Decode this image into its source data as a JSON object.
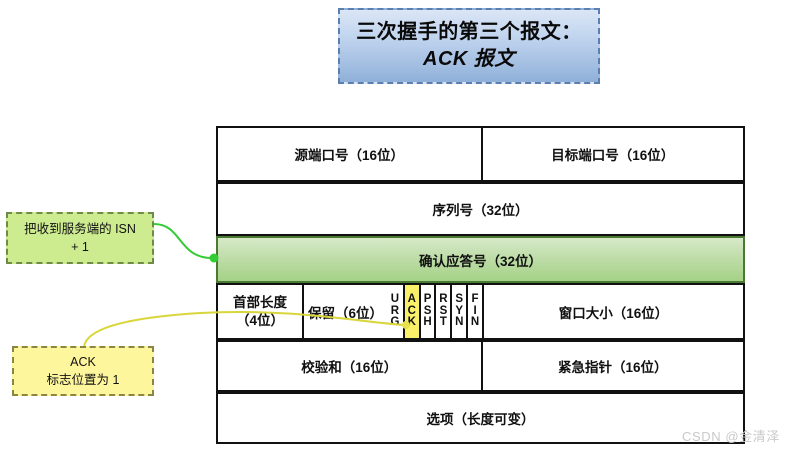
{
  "title": {
    "line1": "三次握手的第三个报文：",
    "line2": "ACK 报文"
  },
  "colors": {
    "title_fill_top": "#dbe6f6",
    "title_fill_bottom": "#8fb0d9",
    "title_border": "#5b7fae",
    "ack_row_fill_top": "#d7e9c9",
    "ack_row_fill_bottom": "#a5d287",
    "ack_row_border": "#4a7a32",
    "flag_highlight": "#fbf06a",
    "callout_green": "#cdeb8f",
    "callout_yellow": "#fdf69c",
    "connector_green": "#33cc33",
    "connector_yellow": "#d8d63a",
    "table_border": "#111111",
    "watermark": "#c9c9c9"
  },
  "tcp_header": {
    "rows": [
      {
        "name": "ports",
        "cells": [
          {
            "label": "源端口号（16位）"
          },
          {
            "label": "目标端口号（16位）"
          }
        ]
      },
      {
        "name": "sequence",
        "cells": [
          {
            "label": "序列号（32位）"
          }
        ]
      },
      {
        "name": "acknowledgement",
        "highlight": "green",
        "cells": [
          {
            "label": "确认应答号（32位）"
          }
        ]
      },
      {
        "name": "flags",
        "cells": [
          {
            "label_line1": "首部长度",
            "label_line2": "（4位）"
          },
          {
            "label": "保留（6位）"
          },
          {
            "label": "窗口大小（16位）"
          }
        ]
      },
      {
        "name": "checksum",
        "cells": [
          {
            "label": "校验和（16位）"
          },
          {
            "label": "紧急指针（16位）"
          }
        ]
      },
      {
        "name": "options",
        "cells": [
          {
            "label": "选项（长度可变）"
          }
        ]
      }
    ],
    "flags": [
      {
        "name": "URG",
        "letters": [
          "U",
          "R",
          "G"
        ],
        "set": false
      },
      {
        "name": "ACK",
        "letters": [
          "A",
          "C",
          "K"
        ],
        "set": true
      },
      {
        "name": "PSH",
        "letters": [
          "P",
          "S",
          "H"
        ],
        "set": false
      },
      {
        "name": "RST",
        "letters": [
          "R",
          "S",
          "T"
        ],
        "set": false
      },
      {
        "name": "SYN",
        "letters": [
          "S",
          "Y",
          "N"
        ],
        "set": false
      },
      {
        "name": "FIN",
        "letters": [
          "F",
          "I",
          "N"
        ],
        "set": false
      }
    ]
  },
  "callouts": {
    "isn": {
      "line1": "把收到服务端的 ISN",
      "line2": "+ 1"
    },
    "ack_flag": {
      "line1": "ACK",
      "line2": "标志位置为 1"
    }
  },
  "watermark": "CSDN @金清泽"
}
